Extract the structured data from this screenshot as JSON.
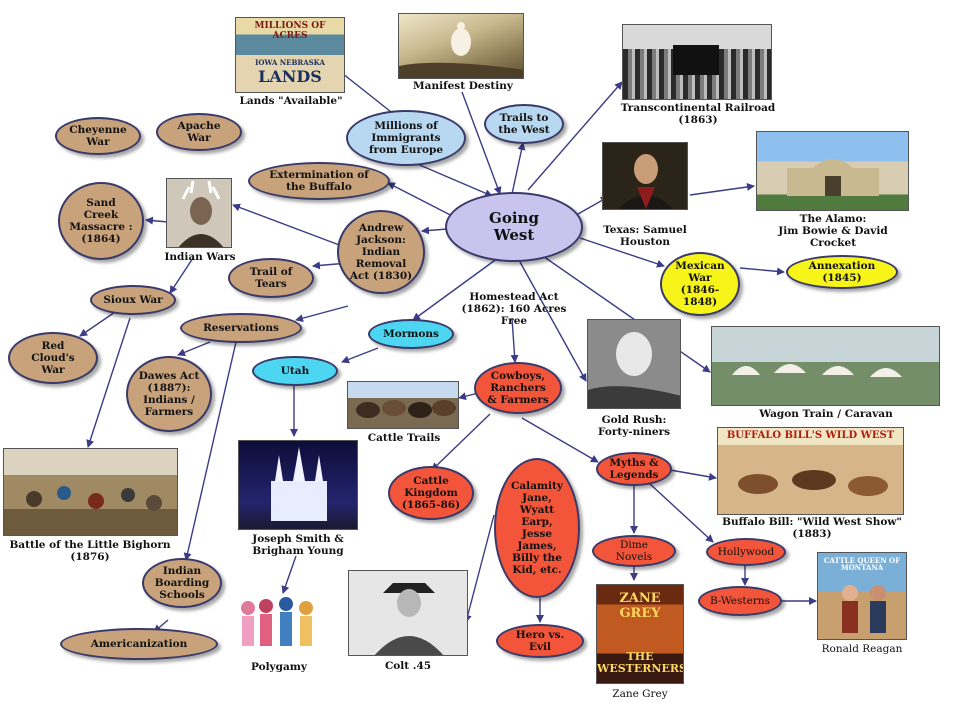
{
  "center": "Going\nWest",
  "nodes": {
    "immigrants": "Millions of\nImmigrants\nfrom Europe",
    "trails": "Trails to\nthe West",
    "buffalo": "Extermination of\nthe Buffalo",
    "jackson": "Andrew\nJackson:\nIndian\nRemoval\nAct (1830)",
    "trail_tears": "Trail of\nTears",
    "cheyenne": "Cheyenne\nWar",
    "apache": "Apache\nWar",
    "sand_creek": "Sand\nCreek\nMassacre :\n(1864)",
    "sioux": "Sioux War",
    "red_cloud": "Red\nCloud's\nWar",
    "reservations": "Reservations",
    "dawes": "Dawes Act\n(1887):\nIndians /\nFarmers",
    "mormons": "Mormons",
    "utah": "Utah",
    "cowboys": "Cowboys,\nRanchers\n& Farmers",
    "mexican_war": "Mexican\nWar\n(1846-\n1848)",
    "annexation": "Annexation\n(1845)",
    "cattle_kingdom": "Cattle\nKingdom\n(1865-86)",
    "calamity": "Calamity\nJane,\nWyatt\nEarp,\nJesse\nJames,\nBilly the\nKid, etc.",
    "myths": "Myths &\nLegends",
    "dime": "Dime\nNovels",
    "hollywood": "Hollywood",
    "bwesterns": "B-Westerns",
    "hero": "Hero vs.\nEvil",
    "boarding": "Indian\nBoarding\nSchools",
    "americanization": "Americanization"
  },
  "captions": {
    "lands": "Lands \"Available\"",
    "manifest": "Manifest Destiny",
    "railroad": "Transcontinental Railroad\n(1863)",
    "alamo": "The Alamo:\nJim Bowie & David\nCrocket",
    "houston": "Texas: Samuel\nHouston",
    "indian_wars": "Indian Wars",
    "homestead": "Homestead Act\n(1862): 160 Acres\nFree",
    "gold": "Gold Rush:\nForty-niners",
    "wagon": "Wagon Train / Caravan",
    "cattle_trails": "Cattle Trails",
    "buffalo_bill": "Buffalo Bill: \"Wild West Show\"\n(1883)",
    "little_bighorn": "Battle of the Little Bighorn\n(1876)",
    "smith": "Joseph Smith &\nBrigham Young",
    "polygamy": "Polygamy",
    "colt": "Colt .45",
    "zane": "Zane Grey",
    "reagan": "Ronald Reagan"
  },
  "picture_text": {
    "lands_title": "MILLIONS OF ACRES",
    "lands_sub": "IOWA NEBRASKA",
    "lands_big": "LANDS",
    "bb_title": "BUFFALO BILL'S WILD WEST",
    "zane_author": "ZANE GREY",
    "zane_title": "THE\nWESTERNERS",
    "montana_title": "CATTLE QUEEN OF MONTANA"
  }
}
